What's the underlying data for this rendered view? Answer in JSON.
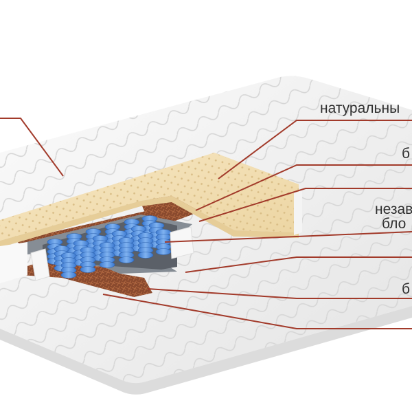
{
  "labels": {
    "natural": "натуральны",
    "b_top": "б",
    "nezav_line1": "незав",
    "nezav_line2": "бло",
    "b_bottom": "б"
  },
  "colors": {
    "leader_line": "#a23a2a",
    "quilt_cover": "#f2f2f2",
    "latex": "#f2dfb4",
    "coconut": "#8a4a2e",
    "felt": "#8a9096",
    "spring": "#4f8ee0",
    "foam_frame": "#f7f7f7"
  }
}
